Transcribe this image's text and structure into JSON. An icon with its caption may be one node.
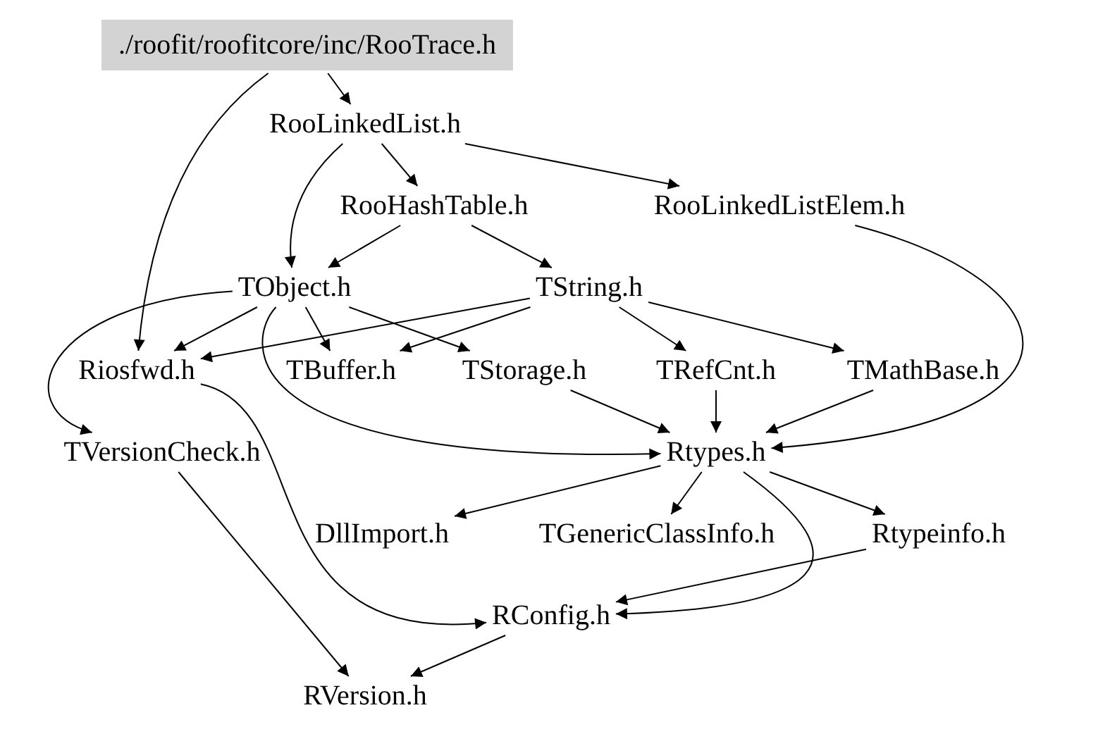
{
  "diagram": {
    "nodes": [
      {
        "text": [
          "./roofit/roofitcore/inc/RooTrace.h"
        ]
      },
      {
        "text": [
          "RooLinkedList.h"
        ]
      },
      {
        "text": [
          "RooHashTable.h"
        ]
      },
      {
        "text": [
          "RooLinkedListElem.h"
        ]
      },
      {
        "text": [
          "TObject.h"
        ]
      },
      {
        "text": [
          "TString.h"
        ]
      },
      {
        "text": [
          "Riosfwd.h"
        ]
      },
      {
        "text": [
          "TBuffer.h"
        ]
      },
      {
        "text": [
          "TStorage.h"
        ]
      },
      {
        "text": [
          "TRefCnt.h"
        ]
      },
      {
        "text": [
          "TMathBase.h"
        ]
      },
      {
        "text": [
          "TVersionCheck.h"
        ]
      },
      {
        "text": [
          "Rtypes.h"
        ]
      },
      {
        "text": [
          "DllImport.h"
        ]
      },
      {
        "text": [
          "TGenericClassInfo.h"
        ]
      },
      {
        "text": [
          "Rtypeinfo.h"
        ]
      },
      {
        "text": [
          "RConfig.h"
        ]
      },
      {
        "text": [
          "RVersion.h"
        ]
      }
    ],
    "edges": [
      {
        "from": 0,
        "to": 1,
        "arrow": "to"
      },
      {
        "from": 0,
        "to": 6,
        "arrow": "to"
      },
      {
        "from": 1,
        "to": 2,
        "arrow": "to"
      },
      {
        "from": 1,
        "to": 3,
        "arrow": "to"
      },
      {
        "from": 1,
        "to": 4,
        "arrow": "to"
      },
      {
        "from": 2,
        "to": 4,
        "arrow": "to"
      },
      {
        "from": 2,
        "to": 5,
        "arrow": "to"
      },
      {
        "from": 3,
        "to": 12,
        "arrow": "to"
      },
      {
        "from": 4,
        "to": 6,
        "arrow": "to"
      },
      {
        "from": 4,
        "to": 7,
        "arrow": "to"
      },
      {
        "from": 4,
        "to": 8,
        "arrow": "to"
      },
      {
        "from": 4,
        "to": 11,
        "arrow": "to"
      },
      {
        "from": 4,
        "to": 12,
        "arrow": "to"
      },
      {
        "from": 5,
        "to": 6,
        "arrow": "to"
      },
      {
        "from": 5,
        "to": 7,
        "arrow": "to"
      },
      {
        "from": 5,
        "to": 9,
        "arrow": "to"
      },
      {
        "from": 5,
        "to": 10,
        "arrow": "to"
      },
      {
        "from": 6,
        "to": 16,
        "arrow": "to"
      },
      {
        "from": 8,
        "to": 12,
        "arrow": "to"
      },
      {
        "from": 9,
        "to": 12,
        "arrow": "to"
      },
      {
        "from": 10,
        "to": 12,
        "arrow": "to"
      },
      {
        "from": 12,
        "to": 13,
        "arrow": "to"
      },
      {
        "from": 12,
        "to": 14,
        "arrow": "to"
      },
      {
        "from": 12,
        "to": 15,
        "arrow": "to"
      },
      {
        "from": 12,
        "to": 16,
        "arrow": "to"
      },
      {
        "from": 15,
        "to": 16,
        "arrow": "to"
      },
      {
        "from": 16,
        "to": 17,
        "arrow": "to"
      },
      {
        "from": 11,
        "to": 17,
        "arrow": "to"
      }
    ]
  }
}
